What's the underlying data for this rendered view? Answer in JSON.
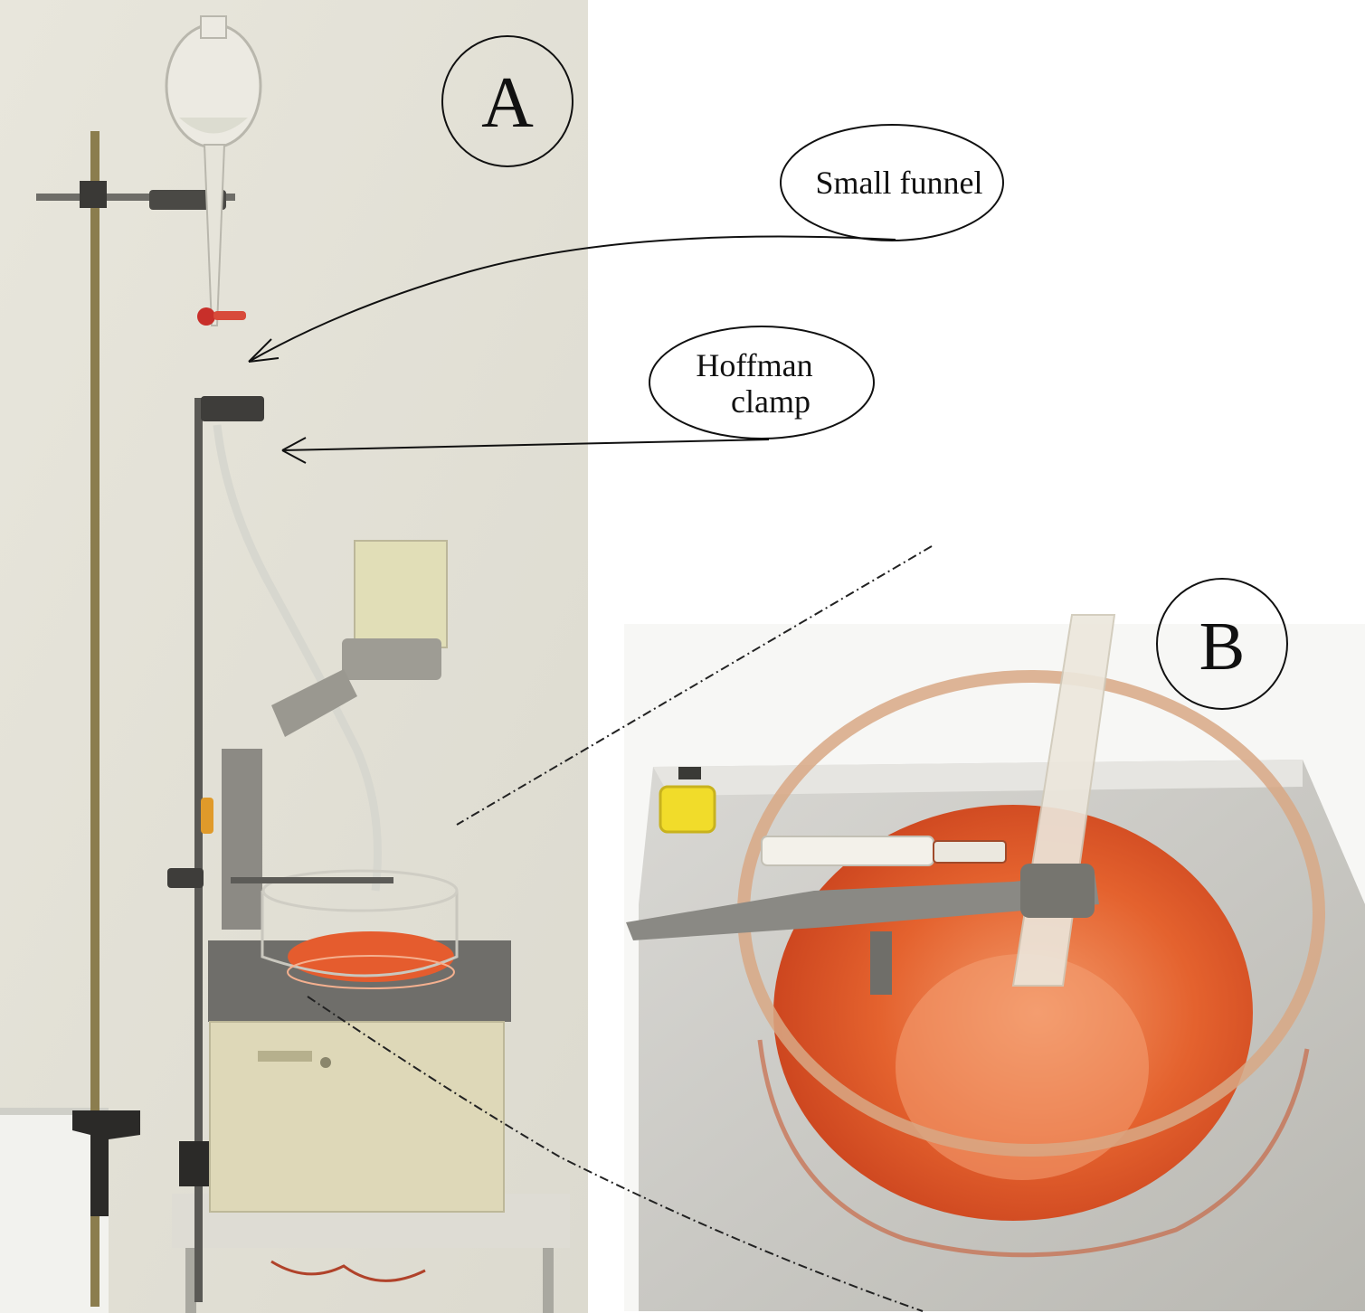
{
  "labels": {
    "panel_a": "A",
    "panel_b": "B",
    "small_funnel": "Small funnel",
    "hoffman_line1": "Hoffman",
    "hoffman_line2": "clamp"
  },
  "colors": {
    "wall": "#e4e2d8",
    "liquid": "#e0522a",
    "liquid_light": "#f08a5e",
    "steel": "#9b9a93",
    "projector_body": "#ded8b8"
  }
}
